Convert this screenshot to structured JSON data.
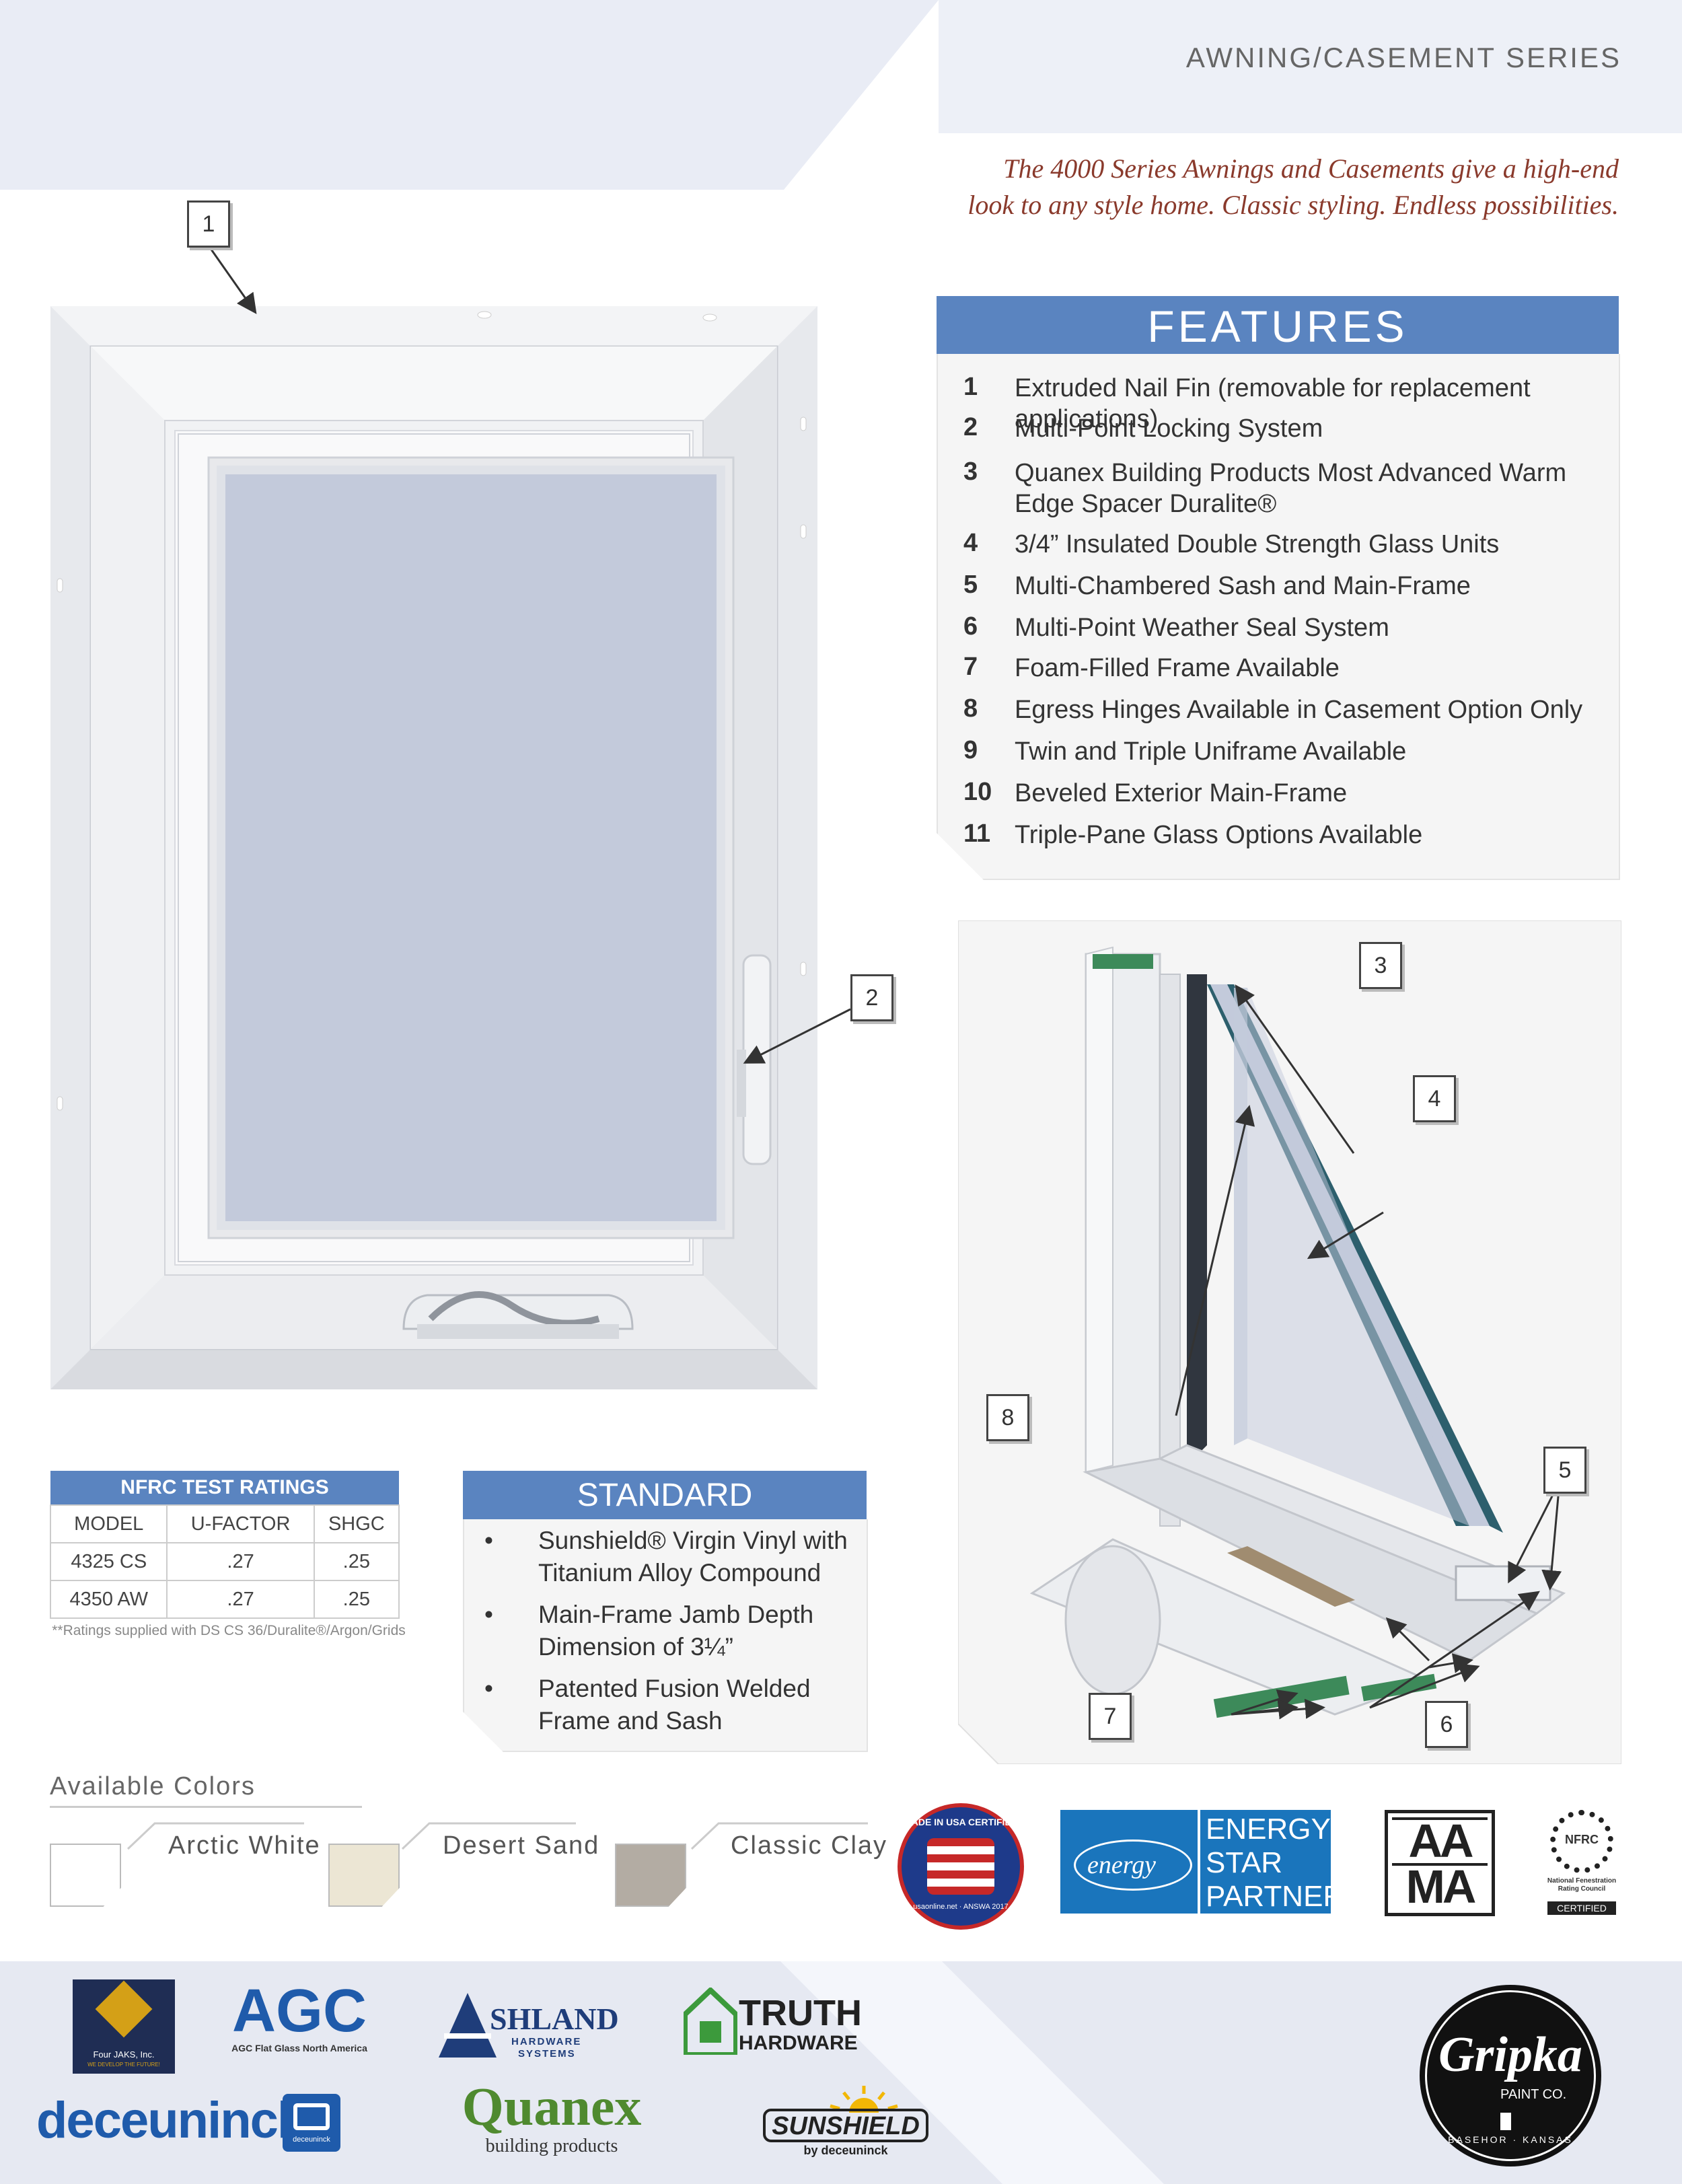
{
  "header": {
    "series_title": "AWNING/CASEMENT SERIES",
    "tagline_line1": "The 4000 Series Awnings and Casements give a high-end",
    "tagline_line2": "look to any style home. Classic styling. Endless possibilities."
  },
  "window_callouts": [
    "1",
    "2"
  ],
  "section_callouts": [
    "3",
    "4",
    "5",
    "6",
    "7",
    "8"
  ],
  "features": {
    "title": "FEATURES",
    "items": [
      {
        "num": "1",
        "text": "Extruded Nail Fin (removable for replacement applications)"
      },
      {
        "num": "2",
        "text": "Multi-Point Locking System"
      },
      {
        "num": "3",
        "text": "Quanex Building Products Most Advanced Warm Edge Spacer Duralite®"
      },
      {
        "num": "4",
        "text": "3/4” Insulated Double Strength Glass Units"
      },
      {
        "num": "5",
        "text": "Multi-Chambered Sash and Main-Frame"
      },
      {
        "num": "6",
        "text": "Multi-Point Weather Seal System"
      },
      {
        "num": "7",
        "text": "Foam-Filled Frame Available"
      },
      {
        "num": "8",
        "text": "Egress Hinges Available in Casement Option Only"
      },
      {
        "num": "9",
        "text": "Twin and Triple Uniframe Available"
      },
      {
        "num": "10",
        "text": "Beveled Exterior Main-Frame"
      },
      {
        "num": "11",
        "text": "Triple-Pane Glass Options Available"
      }
    ]
  },
  "nfrc": {
    "title": "NFRC TEST RATINGS",
    "headers": [
      "MODEL",
      "U-FACTOR",
      "SHGC"
    ],
    "rows": [
      [
        "4325 CS",
        ".27",
        ".25"
      ],
      [
        "4350 AW",
        ".27",
        ".25"
      ]
    ],
    "note": "**Ratings supplied with DS CS 36/Duralite®/Argon/Grids"
  },
  "standard": {
    "title": "STANDARD",
    "items": [
      "Sunshield® Virgin Vinyl with Titanium Alloy Compound",
      "Main-Frame Jamb Depth Dimension of 3¼”",
      "Patented Fusion Welded Frame and Sash"
    ]
  },
  "colors": {
    "title": "Available Colors",
    "items": [
      {
        "name": "Arctic White",
        "hex": "#ffffff"
      },
      {
        "name": "Desert Sand",
        "hex": "#ece6d4"
      },
      {
        "name": "Classic Clay",
        "hex": "#b3aca3"
      }
    ]
  },
  "cert_logos": {
    "made_in_usa_top": "MADE IN USA CERTIFIED",
    "made_in_usa_bottom": "usaonline.net · ANSWA 2017",
    "energy_star_script": "energy",
    "energy_star_lines": [
      "ENERGY",
      "STAR",
      "PARTNER"
    ],
    "aama_top": "AA",
    "aama_bottom": "MA",
    "nfrc_badge": "NFRC",
    "nfrc_sub": "National Fenestration Rating Council",
    "nfrc_certified": "CERTIFIED"
  },
  "partner_logos": {
    "four_jaks_name": "Four JAKS, Inc.",
    "four_jaks_sub": "WE DEVELOP THE FUTURE!",
    "agc": "AGC",
    "agc_sub": "AGC Flat Glass North America",
    "ashland_main": "SHLAND",
    "ashland_sub1": "HARDWARE",
    "ashland_sub2": "SYSTEMS",
    "truth_main": "TRUTH",
    "truth_sub": "HARDWARE",
    "deceuninck": "deceuninck",
    "deceuninck_badge": "deceuninck",
    "quanex": "Quanex",
    "quanex_sub": "building products",
    "sunshield": "SUNSHIELD",
    "sunshield_sub": "by deceuninck",
    "gripka_main": "Gripka",
    "gripka_sub": "PAINT CO.",
    "gripka_ring": "BASEHOR · KANSAS"
  },
  "colors_theme": {
    "accent_blue": "#5a84c0",
    "band_blue": "#e9ecf5",
    "tagline_red": "#8a3a2c",
    "glass_blue": "#c3cadb"
  }
}
